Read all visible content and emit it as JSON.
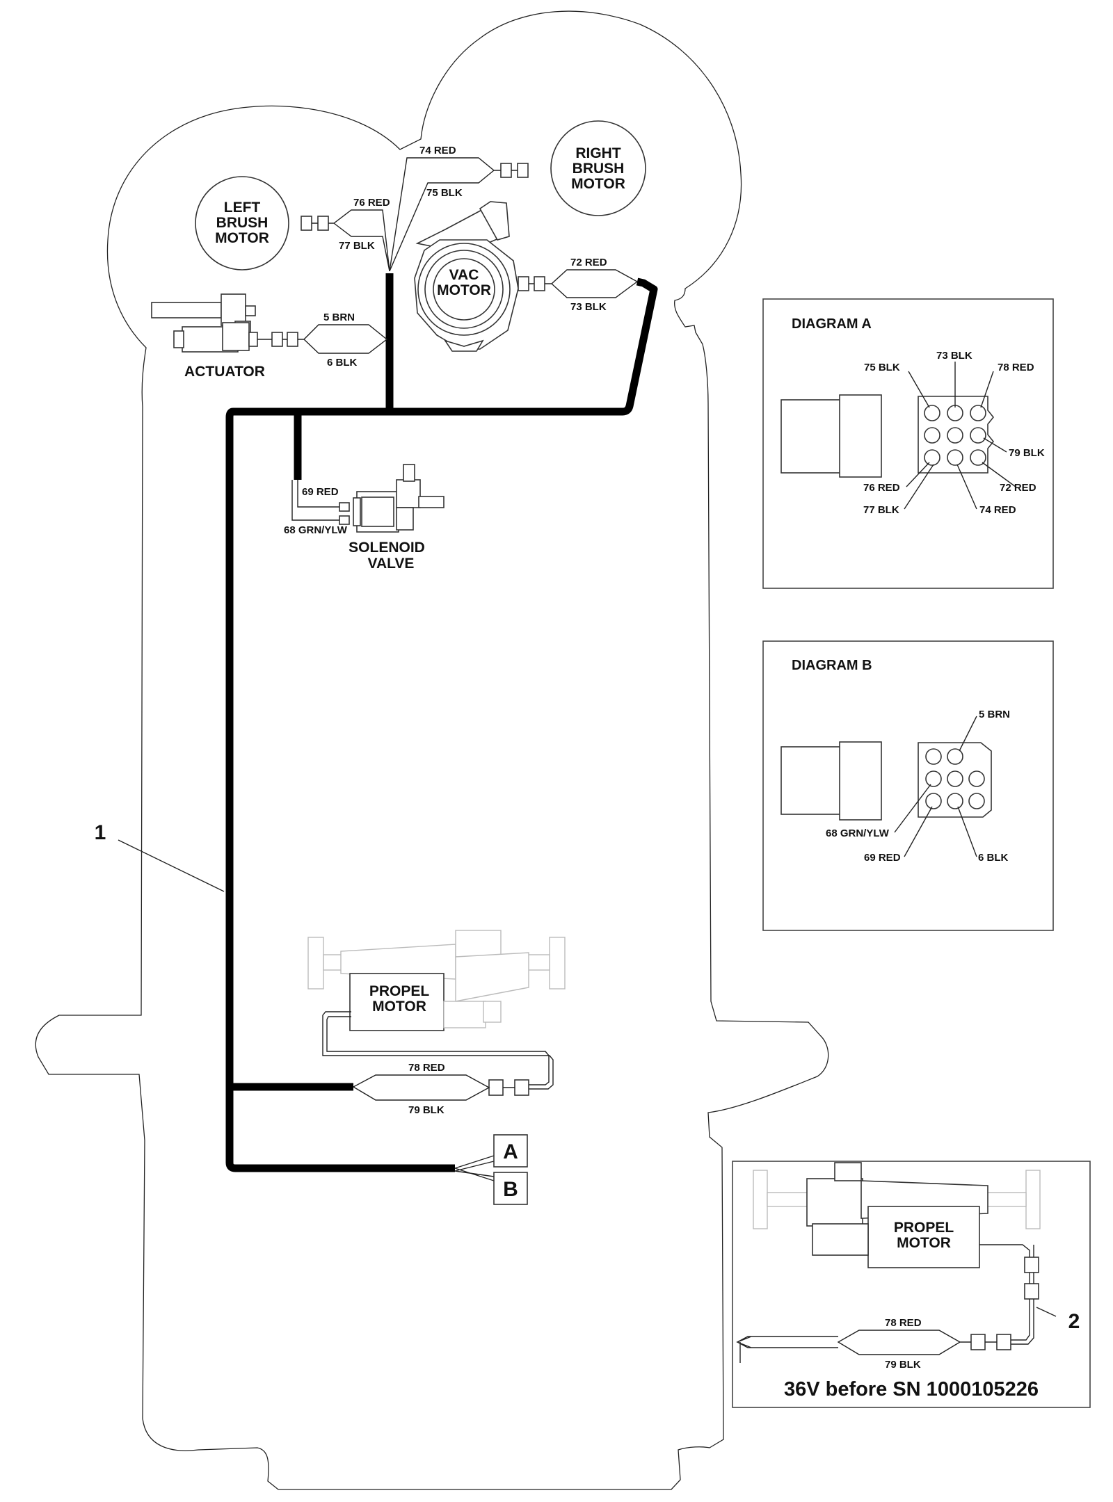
{
  "components": {
    "left_brush_motor": [
      "LEFT",
      "BRUSH",
      "MOTOR"
    ],
    "right_brush_motor": [
      "RIGHT",
      "BRUSH",
      "MOTOR"
    ],
    "vac_motor": [
      "VAC",
      "MOTOR"
    ],
    "actuator": "ACTUATOR",
    "solenoid_valve": [
      "SOLENOID",
      "VALVE"
    ],
    "propel_motor": [
      "PROPEL",
      "MOTOR"
    ]
  },
  "wires": {
    "w74": "74 RED",
    "w75": "75 BLK",
    "w76": "76 RED",
    "w77": "77 BLK",
    "w72": "72 RED",
    "w73": "73 BLK",
    "w5": "5 BRN",
    "w6": "6 BLK",
    "w69": "69 RED",
    "w68": "68 GRN/YLW",
    "w78": "78 RED",
    "w79": "79 BLK"
  },
  "connectors": {
    "a": "A",
    "b": "B"
  },
  "callouts": {
    "one": "1",
    "two": "2"
  },
  "diagram_a": {
    "title": "DIAGRAM A",
    "pins": {
      "p75": "75 BLK",
      "p73": "73 BLK",
      "p78": "78 RED",
      "p79": "79 BLK",
      "p76": "76 RED",
      "p72": "72 RED",
      "p77": "77 BLK",
      "p74": "74 RED"
    }
  },
  "diagram_b": {
    "title": "DIAGRAM B",
    "pins": {
      "p5": "5 BRN",
      "p68": "68 GRN/YLW",
      "p69": "69 RED",
      "p6": "6 BLK"
    }
  },
  "inset": {
    "propel_motor": [
      "PROPEL",
      "MOTOR"
    ],
    "w78": "78 RED",
    "w79": "79 BLK",
    "caption": "36V  before SN 1000105226"
  }
}
